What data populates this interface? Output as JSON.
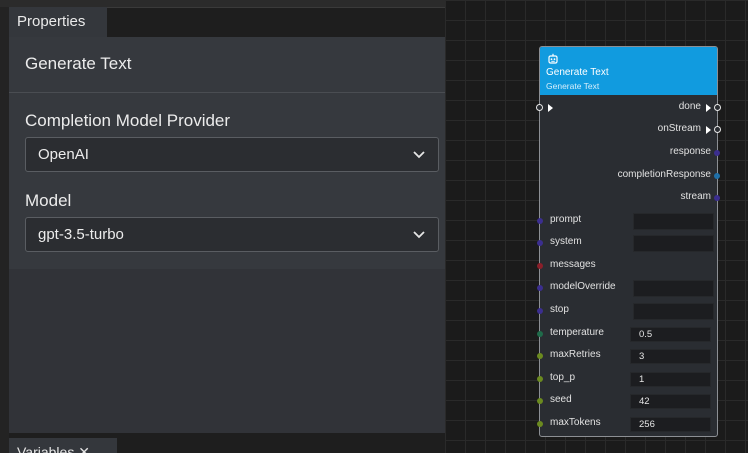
{
  "properties_tab": {
    "label": "Properties"
  },
  "panel": {
    "title": "Generate Text",
    "provider": {
      "label": "Completion Model Provider",
      "value": "OpenAI"
    },
    "model": {
      "label": "Model",
      "value": "gpt-3.5-turbo"
    }
  },
  "variables_tab": {
    "label": "Variables"
  },
  "node": {
    "title": "Generate Text",
    "subtitle": "Generate Text",
    "outputs": [
      {
        "label": "done",
        "type": "exec"
      },
      {
        "label": "onStream",
        "type": "exec"
      },
      {
        "label": "response",
        "type": "data",
        "color": "#3b2e8f"
      },
      {
        "label": "completionResponse",
        "type": "data",
        "color": "#1f6fa8"
      },
      {
        "label": "stream",
        "type": "data",
        "color": "#3b2e8f"
      }
    ],
    "inputs": [
      {
        "label": "prompt",
        "value": "",
        "color": "#3b2e8f"
      },
      {
        "label": "system",
        "value": "",
        "color": "#3b2e8f"
      },
      {
        "label": "messages",
        "value": null,
        "color": "#8a1f2a"
      },
      {
        "label": "modelOverride",
        "value": "",
        "color": "#3b2e8f"
      },
      {
        "label": "stop",
        "value": "",
        "color": "#3b2e8f"
      },
      {
        "label": "temperature",
        "value": "0.5",
        "color": "#1f6b4a"
      },
      {
        "label": "maxRetries",
        "value": "3",
        "color": "#6b8a1f"
      },
      {
        "label": "top_p",
        "value": "1",
        "color": "#6b8a1f"
      },
      {
        "label": "seed",
        "value": "42",
        "color": "#6b8a1f"
      },
      {
        "label": "maxTokens",
        "value": "256",
        "color": "#6b8a1f"
      }
    ]
  },
  "colors": {
    "node_header": "#119bdf",
    "panel_bg": "#36393e"
  }
}
